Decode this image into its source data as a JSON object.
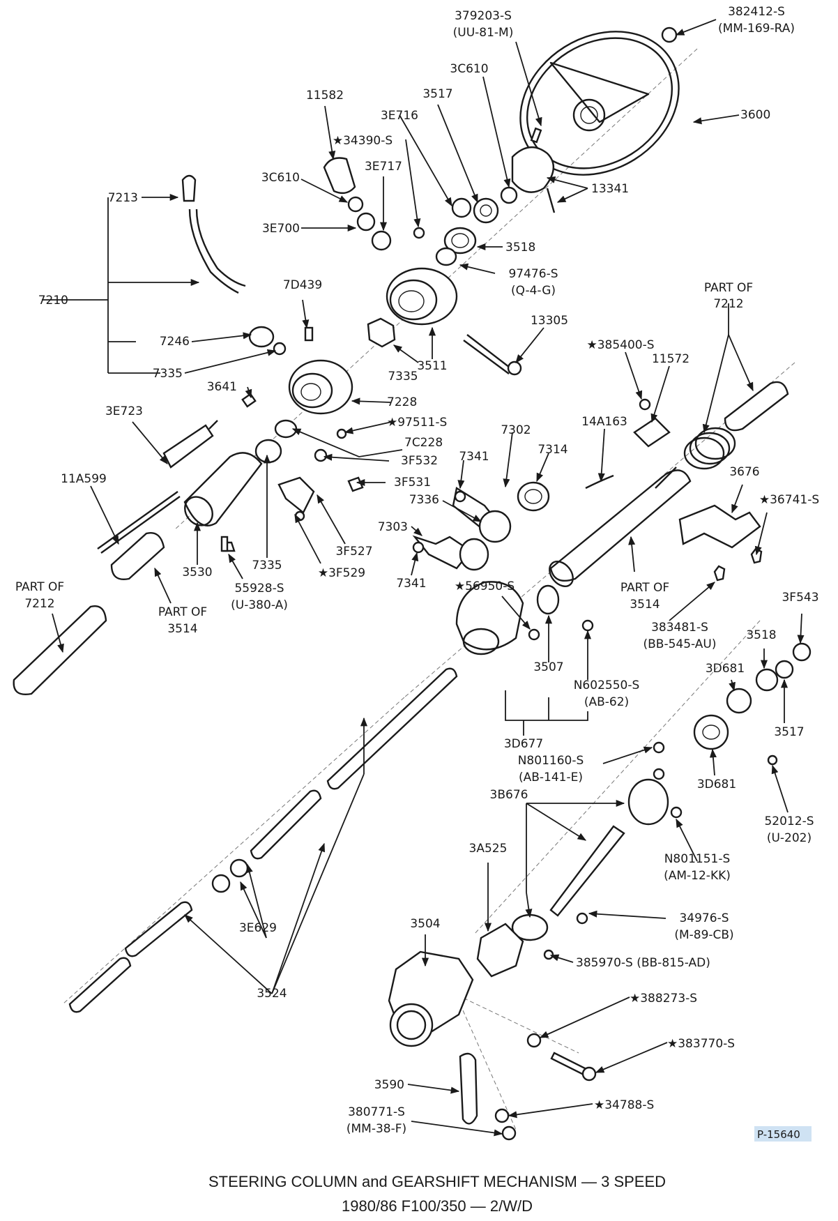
{
  "title": {
    "line1": "STEERING COLUMN and GEARSHIFT MECHANISM — 3 SPEED",
    "line2": "1980/86 F100/350 — 2/W/D"
  },
  "figure_id": "P-15640",
  "labels": {
    "l379203": [
      "379203-S",
      "(UU-81-M)"
    ],
    "l382412": [
      "382412-S",
      "(MM-169-RA)"
    ],
    "l3c610a": "3C610",
    "l3517a": "3517",
    "l11582": "11582",
    "l3e716": "3E716",
    "l3600": "3600",
    "l34390": "★34390-S",
    "l3c610b": "3C610",
    "l3e717": "3E717",
    "l13341": "13341",
    "l7213": "7213",
    "l3e700": "3E700",
    "l3518a": "3518",
    "l97476": [
      "97476-S",
      "(Q-4-G)"
    ],
    "l7210": "7210",
    "l7d439": "7D439",
    "l13305": "13305",
    "lpart7212a": [
      "PART OF",
      "7212"
    ],
    "l7246": "7246",
    "l3511": "3511",
    "l385400": "★385400-S",
    "l11572": "11572",
    "l7335a": "7335",
    "l7335b": "7335",
    "l3641": "3641",
    "l7228": "7228",
    "l3e723": "3E723",
    "l97511": "★97511-S",
    "l14a163": "14A163",
    "l7c228": "7C228",
    "l7302": "7302",
    "l3f532": "3F532",
    "l7341a": "7341",
    "l7314": "7314",
    "l3f531": "3F531",
    "l3676": "3676",
    "l11a599": "11A599",
    "l36741": "★36741-S",
    "l7336": "7336",
    "l7303": "7303",
    "l3f527": "3F527",
    "l3530": "3530",
    "l7335c": "7335",
    "l3f529": "★3F529",
    "l7341b": "7341",
    "lpart7212b": [
      "PART OF",
      "7212"
    ],
    "l55928": [
      "55928-S",
      "(U-380-A)"
    ],
    "l56950": "★56950-S",
    "lpart3514a": [
      "PART OF",
      "3514"
    ],
    "lpart3514b": [
      "PART OF",
      "3514"
    ],
    "l383481": [
      "383481-S",
      "(BB-545-AU)"
    ],
    "l3f543": "3F543",
    "l3518b": "3518",
    "l3507": "3507",
    "l3d681a": "3D681",
    "l602550": [
      "N602550-S",
      "(AB-62)"
    ],
    "l3517b": "3517",
    "l3d677": "3D677",
    "l801160": [
      "N801160-S",
      "(AB-141-E)"
    ],
    "l3d681b": "3D681",
    "l52012": [
      "52012-S",
      "(U-202)"
    ],
    "l3b676": "3B676",
    "l801151": [
      "N801151-S",
      "(AM-12-KK)"
    ],
    "l3a525": "3A525",
    "l34976": [
      "34976-S",
      "(M-89-CB)"
    ],
    "l3504": "3504",
    "l385970": "385970-S (BB-815-AD)",
    "l3e629": "3E629",
    "l388273": "★388273-S",
    "l3524": "3524",
    "l383770": "★383770-S",
    "l3590": "3590",
    "l34788": "★34788-S",
    "l380771": [
      "380771-S",
      "(MM-38-F)"
    ]
  }
}
